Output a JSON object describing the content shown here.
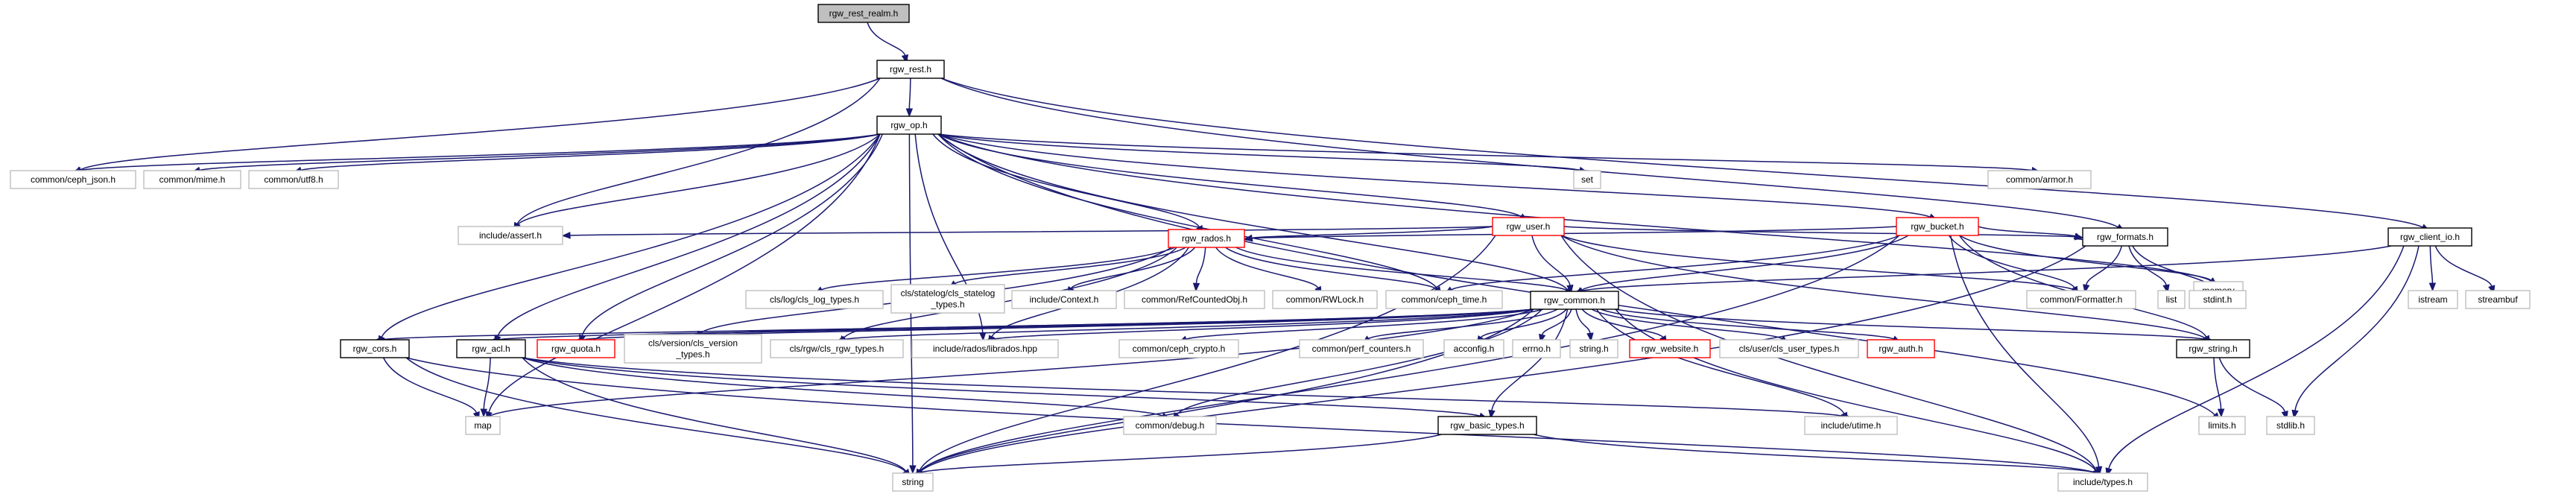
{
  "title": "rgw_rest_realm.h",
  "colors": {
    "edge": "#191970",
    "root_fill": "#bfbfbf",
    "root_border": "#000000",
    "documented_border": "#000000",
    "undocumented_border": "#bfbfbf",
    "truncated_border": "#ff0000"
  },
  "nodes": {
    "rgw_rest_realm_h": {
      "label": "rgw_rest_realm.h",
      "kind": "root"
    },
    "rgw_rest_h": {
      "label": "rgw_rest.h",
      "kind": "documented"
    },
    "rgw_op_h": {
      "label": "rgw_op.h",
      "kind": "documented"
    },
    "rgw_client_io_h": {
      "label": "rgw_client_io.h",
      "kind": "documented"
    },
    "common_ceph_json_h": {
      "label": "common/ceph_json.h",
      "kind": "plain"
    },
    "common_mime_h": {
      "label": "common/mime.h",
      "kind": "plain"
    },
    "common_utf8_h": {
      "label": "common/utf8.h",
      "kind": "plain"
    },
    "rgw_user_h": {
      "label": "rgw_user.h",
      "kind": "truncated"
    },
    "set": {
      "label": "set",
      "kind": "plain"
    },
    "rgw_bucket_h": {
      "label": "rgw_bucket.h",
      "kind": "truncated"
    },
    "common_armor_h": {
      "label": "common/armor.h",
      "kind": "plain"
    },
    "memory": {
      "label": "memory",
      "kind": "plain"
    },
    "include_assert_h": {
      "label": "include/assert.h",
      "kind": "plain"
    },
    "rgw_rados_h": {
      "label": "rgw_rados.h",
      "kind": "truncated"
    },
    "rgw_formats_h": {
      "label": "rgw_formats.h",
      "kind": "documented"
    },
    "cls_log_cls_log_types_h": {
      "label": "cls/log/cls_log_types.h",
      "kind": "plain"
    },
    "cls_statelog_types_h": {
      "label": "cls/statelog/cls_statelog\n_types.h",
      "kind": "plain"
    },
    "include_Context_h": {
      "label": "include/Context.h",
      "kind": "plain"
    },
    "common_RefCountedObj_h": {
      "label": "common/RefCountedObj.h",
      "kind": "plain"
    },
    "common_RWLock_h": {
      "label": "common/RWLock.h",
      "kind": "plain"
    },
    "common_ceph_time_h": {
      "label": "common/ceph_time.h",
      "kind": "plain"
    },
    "rgw_common_h": {
      "label": "rgw_common.h",
      "kind": "documented"
    },
    "common_Formatter_h": {
      "label": "common/Formatter.h",
      "kind": "plain"
    },
    "list": {
      "label": "list",
      "kind": "plain"
    },
    "stdint_h": {
      "label": "stdint.h",
      "kind": "plain"
    },
    "istream": {
      "label": "istream",
      "kind": "plain"
    },
    "streambuf": {
      "label": "streambuf",
      "kind": "plain"
    },
    "rgw_cors_h": {
      "label": "rgw_cors.h",
      "kind": "documented"
    },
    "rgw_acl_h": {
      "label": "rgw_acl.h",
      "kind": "documented"
    },
    "rgw_quota_h": {
      "label": "rgw_quota.h",
      "kind": "truncated"
    },
    "cls_version_types_h": {
      "label": "cls/version/cls_version\n_types.h",
      "kind": "plain"
    },
    "cls_rgw_cls_rgw_types_h": {
      "label": "cls/rgw/cls_rgw_types.h",
      "kind": "plain"
    },
    "include_rados_librados_hpp": {
      "label": "include/rados/librados.hpp",
      "kind": "plain"
    },
    "common_ceph_crypto_h": {
      "label": "common/ceph_crypto.h",
      "kind": "plain"
    },
    "common_perf_counters_h": {
      "label": "common/perf_counters.h",
      "kind": "plain"
    },
    "acconfig_h": {
      "label": "acconfig.h",
      "kind": "plain"
    },
    "errno_h": {
      "label": "errno.h",
      "kind": "plain"
    },
    "string_h": {
      "label": "string.h",
      "kind": "plain"
    },
    "rgw_website_h": {
      "label": "rgw_website.h",
      "kind": "truncated"
    },
    "cls_user_cls_user_types_h": {
      "label": "cls/user/cls_user_types.h",
      "kind": "plain"
    },
    "rgw_auth_h": {
      "label": "rgw_auth.h",
      "kind": "truncated"
    },
    "rgw_string_h": {
      "label": "rgw_string.h",
      "kind": "documented"
    },
    "map": {
      "label": "map",
      "kind": "plain"
    },
    "common_debug_h": {
      "label": "common/debug.h",
      "kind": "plain"
    },
    "rgw_basic_types_h": {
      "label": "rgw_basic_types.h",
      "kind": "documented"
    },
    "include_utime_h": {
      "label": "include/utime.h",
      "kind": "plain"
    },
    "limits_h": {
      "label": "limits.h",
      "kind": "plain"
    },
    "stdlib_h": {
      "label": "stdlib.h",
      "kind": "plain"
    },
    "string": {
      "label": "string",
      "kind": "plain"
    },
    "include_types_h": {
      "label": "include/types.h",
      "kind": "plain"
    }
  },
  "edges": [
    [
      "rgw_rest_realm_h",
      "rgw_rest_h"
    ],
    [
      "rgw_rest_h",
      "rgw_op_h"
    ],
    [
      "rgw_rest_h",
      "rgw_client_io_h"
    ],
    [
      "rgw_rest_h",
      "common_ceph_json_h"
    ],
    [
      "rgw_rest_h",
      "include_assert_h"
    ],
    [
      "rgw_rest_h",
      "rgw_formats_h"
    ],
    [
      "rgw_op_h",
      "common_ceph_json_h"
    ],
    [
      "rgw_op_h",
      "common_mime_h"
    ],
    [
      "rgw_op_h",
      "common_utf8_h"
    ],
    [
      "rgw_op_h",
      "rgw_user_h"
    ],
    [
      "rgw_op_h",
      "set"
    ],
    [
      "rgw_op_h",
      "rgw_bucket_h"
    ],
    [
      "rgw_op_h",
      "common_armor_h"
    ],
    [
      "rgw_op_h",
      "memory"
    ],
    [
      "rgw_op_h",
      "include_assert_h"
    ],
    [
      "rgw_op_h",
      "rgw_rados_h"
    ],
    [
      "rgw_op_h",
      "common_ceph_time_h"
    ],
    [
      "rgw_op_h",
      "rgw_common_h"
    ],
    [
      "rgw_op_h",
      "rgw_cors_h"
    ],
    [
      "rgw_op_h",
      "rgw_acl_h"
    ],
    [
      "rgw_op_h",
      "rgw_quota_h"
    ],
    [
      "rgw_op_h",
      "map"
    ],
    [
      "rgw_op_h",
      "string"
    ],
    [
      "rgw_op_h",
      "limits_h"
    ],
    [
      "rgw_op_h",
      "include_rados_librados_hpp"
    ],
    [
      "rgw_user_h",
      "rgw_rados_h"
    ],
    [
      "rgw_user_h",
      "rgw_common_h"
    ],
    [
      "rgw_user_h",
      "rgw_formats_h"
    ],
    [
      "rgw_user_h",
      "common_Formatter_h"
    ],
    [
      "rgw_user_h",
      "include_assert_h"
    ],
    [
      "rgw_user_h",
      "string"
    ],
    [
      "rgw_user_h",
      "rgw_string_h"
    ],
    [
      "rgw_user_h",
      "include_types_h"
    ],
    [
      "rgw_bucket_h",
      "rgw_rados_h"
    ],
    [
      "rgw_bucket_h",
      "rgw_common_h"
    ],
    [
      "rgw_bucket_h",
      "rgw_formats_h"
    ],
    [
      "rgw_bucket_h",
      "common_Formatter_h"
    ],
    [
      "rgw_bucket_h",
      "memory"
    ],
    [
      "rgw_bucket_h",
      "common_ceph_time_h"
    ],
    [
      "rgw_bucket_h",
      "rgw_string_h"
    ],
    [
      "rgw_bucket_h",
      "string"
    ],
    [
      "rgw_bucket_h",
      "include_types_h"
    ],
    [
      "rgw_rados_h",
      "cls_log_cls_log_types_h"
    ],
    [
      "rgw_rados_h",
      "cls_statelog_types_h"
    ],
    [
      "rgw_rados_h",
      "include_Context_h"
    ],
    [
      "rgw_rados_h",
      "common_RefCountedObj_h"
    ],
    [
      "rgw_rados_h",
      "common_RWLock_h"
    ],
    [
      "rgw_rados_h",
      "common_ceph_time_h"
    ],
    [
      "rgw_rados_h",
      "rgw_common_h"
    ],
    [
      "rgw_rados_h",
      "cls_version_types_h"
    ],
    [
      "rgw_rados_h",
      "cls_rgw_cls_rgw_types_h"
    ],
    [
      "rgw_rados_h",
      "include_rados_librados_hpp"
    ],
    [
      "rgw_formats_h",
      "common_Formatter_h"
    ],
    [
      "rgw_formats_h",
      "list"
    ],
    [
      "rgw_formats_h",
      "stdint_h"
    ],
    [
      "rgw_formats_h",
      "string"
    ],
    [
      "rgw_client_io_h",
      "rgw_common_h"
    ],
    [
      "rgw_client_io_h",
      "istream"
    ],
    [
      "rgw_client_io_h",
      "streambuf"
    ],
    [
      "rgw_client_io_h",
      "stdlib_h"
    ],
    [
      "rgw_client_io_h",
      "include_types_h"
    ],
    [
      "rgw_common_h",
      "rgw_cors_h"
    ],
    [
      "rgw_common_h",
      "rgw_acl_h"
    ],
    [
      "rgw_common_h",
      "rgw_quota_h"
    ],
    [
      "rgw_common_h",
      "cls_version_types_h"
    ],
    [
      "rgw_common_h",
      "cls_rgw_cls_rgw_types_h"
    ],
    [
      "rgw_common_h",
      "include_rados_librados_hpp"
    ],
    [
      "rgw_common_h",
      "common_ceph_crypto_h"
    ],
    [
      "rgw_common_h",
      "common_perf_counters_h"
    ],
    [
      "rgw_common_h",
      "acconfig_h"
    ],
    [
      "rgw_common_h",
      "errno_h"
    ],
    [
      "rgw_common_h",
      "string_h"
    ],
    [
      "rgw_common_h",
      "rgw_website_h"
    ],
    [
      "rgw_common_h",
      "cls_user_cls_user_types_h"
    ],
    [
      "rgw_common_h",
      "rgw_auth_h"
    ],
    [
      "rgw_common_h",
      "rgw_string_h"
    ],
    [
      "rgw_common_h",
      "map"
    ],
    [
      "rgw_common_h",
      "common_debug_h"
    ],
    [
      "rgw_common_h",
      "rgw_basic_types_h"
    ],
    [
      "rgw_common_h",
      "include_utime_h"
    ],
    [
      "rgw_common_h",
      "string"
    ],
    [
      "rgw_common_h",
      "include_types_h"
    ],
    [
      "rgw_cors_h",
      "map"
    ],
    [
      "rgw_cors_h",
      "string"
    ],
    [
      "rgw_cors_h",
      "include_types_h"
    ],
    [
      "rgw_acl_h",
      "map"
    ],
    [
      "rgw_acl_h",
      "string"
    ],
    [
      "rgw_acl_h",
      "common_debug_h"
    ],
    [
      "rgw_acl_h",
      "rgw_basic_types_h"
    ],
    [
      "rgw_acl_h",
      "include_utime_h"
    ],
    [
      "rgw_string_h",
      "limits_h"
    ],
    [
      "rgw_string_h",
      "stdlib_h"
    ],
    [
      "rgw_basic_types_h",
      "string"
    ],
    [
      "rgw_basic_types_h",
      "include_types_h"
    ]
  ]
}
